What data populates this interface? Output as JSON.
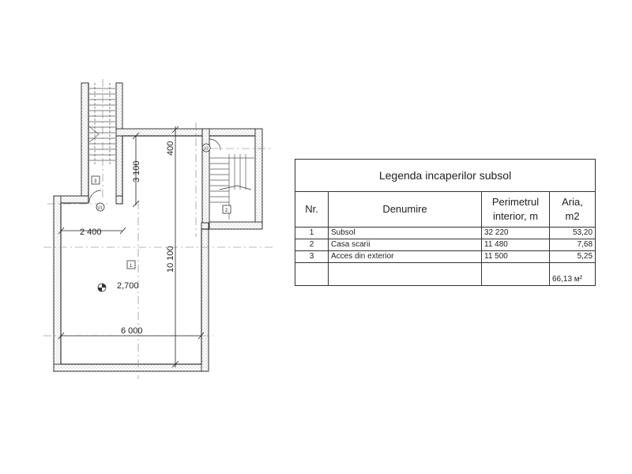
{
  "plan": {
    "dimensions": {
      "top_offset": "400",
      "stair_length": "3 100",
      "corridor_width": "2 400",
      "ceiling_height": "2,700",
      "room_length": "10 100",
      "room_width": "6 000"
    },
    "room_tags": {
      "room_1": "1",
      "room_2": "2",
      "room_3": "3"
    },
    "door_tags": {
      "door_a": "U1",
      "door_b": "U2"
    },
    "colors": {
      "line": "#333333",
      "hatch": "#555555"
    }
  },
  "legend": {
    "title": "Legenda incaperilor subsol",
    "headers": {
      "nr": "Nr.",
      "name": "Denumire",
      "perimeter_line1": "Perimetrul",
      "perimeter_line2": "interior, m",
      "area_line1": "Aria,",
      "area_line2": "m2"
    },
    "rows": [
      {
        "nr": "1",
        "name": "Subsol",
        "perimeter": "32 220",
        "area": "53,20"
      },
      {
        "nr": "2",
        "name": "Casa scarii",
        "perimeter": "11 480",
        "area": "7,68"
      },
      {
        "nr": "3",
        "name": "Acces din exterior",
        "perimeter": "11 500",
        "area": "5,25"
      }
    ],
    "total_area": "66,13 м²"
  }
}
